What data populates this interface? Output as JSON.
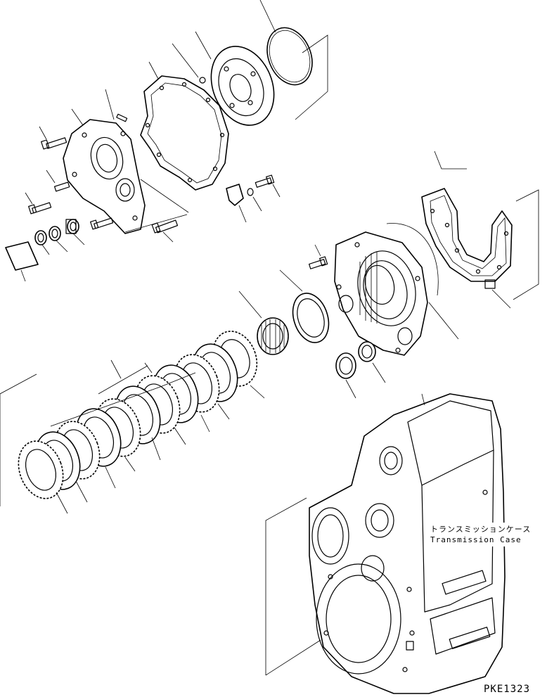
{
  "callout": {
    "jp": "トランスミッションケース",
    "en": "Transmission Case"
  },
  "drawing_code": "PKE1323"
}
